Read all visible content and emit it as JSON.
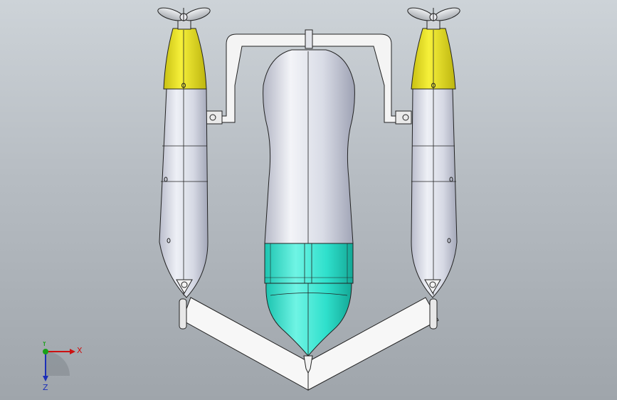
{
  "viewport": {
    "background_top": "#cdd3d8",
    "background_bottom": "#9fa5ab"
  },
  "model": {
    "body_color": "#d8dbe6",
    "body_shadow": "#a9adbf",
    "nose_color": "#e8e228",
    "cyan_color": "#2fe0cc",
    "edge_color": "#1a1a1a",
    "bracket_color": "#f4f4f4",
    "propeller_color": "#cfd2d6"
  },
  "triad": {
    "x_label": "X",
    "y_label": "Y",
    "z_label": "Z",
    "x_color": "#cc1111",
    "y_color": "#18a018",
    "z_color": "#1c2fb8"
  }
}
